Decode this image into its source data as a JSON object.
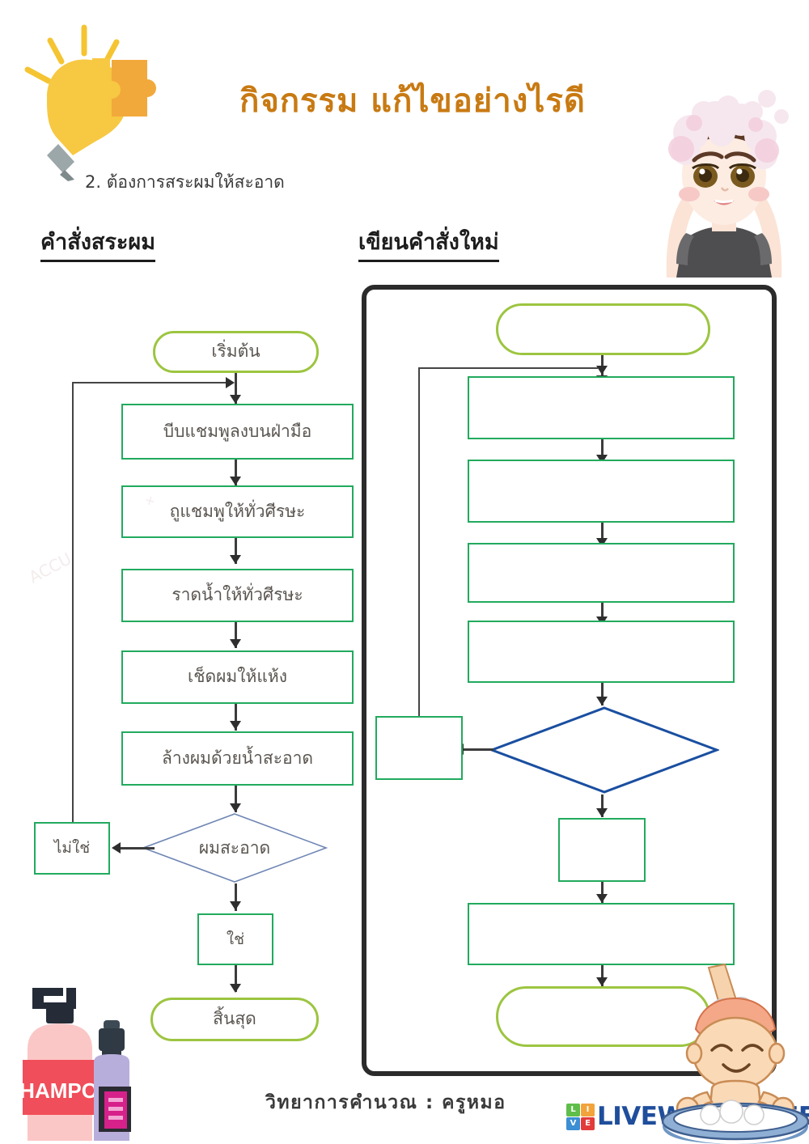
{
  "header": {
    "title": "กิจกรรม แก้ไขอย่างไรดี",
    "title_color": "#C87A12",
    "instruction": "2. ต้องการสระผมให้สะอาด",
    "heading_left": "คำสั่งสระผม",
    "heading_right": "เขียนคำสั่งใหม่",
    "bulb_icon": "lightbulb-puzzle-icon",
    "girl_icon": "girl-washing-hair-illustration"
  },
  "left_flowchart": {
    "name": "shampoo-instruction-flowchart",
    "start": {
      "label": "เริ่มต้น",
      "shape": "terminator",
      "color": "#9CC540"
    },
    "steps": [
      {
        "label": "บีบแชมพูลงบนฝ่ามือ",
        "shape": "process",
        "color": "#22AA5E"
      },
      {
        "label": "ถูแชมพูให้ทั่วศีรษะ",
        "shape": "process",
        "color": "#22AA5E"
      },
      {
        "label": "ราดน้ำให้ทั่วศีรษะ",
        "shape": "process",
        "color": "#22AA5E"
      },
      {
        "label": "เช็ดผมให้แห้ง",
        "shape": "process",
        "color": "#22AA5E"
      },
      {
        "label": "ล้างผมด้วยน้ำสะอาด",
        "shape": "process",
        "color": "#22AA5E"
      }
    ],
    "decision": {
      "label": "ผมสะอาด",
      "shape": "diamond",
      "color": "#4A6FA5"
    },
    "branch_no": {
      "label": "ไม่ใช่",
      "shape": "process",
      "color": "#22AA5E"
    },
    "branch_yes": {
      "label": "ใช่",
      "shape": "process",
      "color": "#22AA5E"
    },
    "end": {
      "label": "สิ้นสุด",
      "shape": "terminator",
      "color": "#9CC540"
    }
  },
  "right_flowchart": {
    "name": "blank-answer-flowchart",
    "panel_border_color": "#2b2b2b",
    "start": {
      "label": "",
      "shape": "terminator",
      "color": "#9CC540"
    },
    "steps": [
      {
        "label": "",
        "shape": "process",
        "color": "#22AA5E"
      },
      {
        "label": "",
        "shape": "process",
        "color": "#22AA5E"
      },
      {
        "label": "",
        "shape": "process",
        "color": "#22AA5E"
      },
      {
        "label": "",
        "shape": "process",
        "color": "#22AA5E"
      }
    ],
    "decision": {
      "label": "",
      "shape": "diamond",
      "color": "#1A4FA0"
    },
    "branch_no": {
      "label": "",
      "shape": "process",
      "color": "#22AA5E"
    },
    "branch_yes": {
      "label": "",
      "shape": "process",
      "color": "#22AA5E"
    },
    "after_yes": {
      "label": "",
      "shape": "process",
      "color": "#22AA5E"
    },
    "end": {
      "label": "",
      "shape": "terminator",
      "color": "#9CC540"
    }
  },
  "footer": {
    "credit": "วิทยาการคำนวณ : ครูหมอ",
    "logo": {
      "wordmark": "LIVEWORKSHEETS",
      "wordmark_color": "#1F4E9C",
      "tiles": [
        {
          "letter": "L",
          "color": "#5FBE4A"
        },
        {
          "letter": "I",
          "color": "#F2A33C"
        },
        {
          "letter": "V",
          "color": "#3C8FD4"
        },
        {
          "letter": "E",
          "color": "#E23B3B"
        }
      ]
    },
    "shampoo_label": "SHAMPOO",
    "shampoo_icon": "shampoo-bottles-illustration",
    "baby_icon": "baby-in-bathtub-illustration"
  }
}
